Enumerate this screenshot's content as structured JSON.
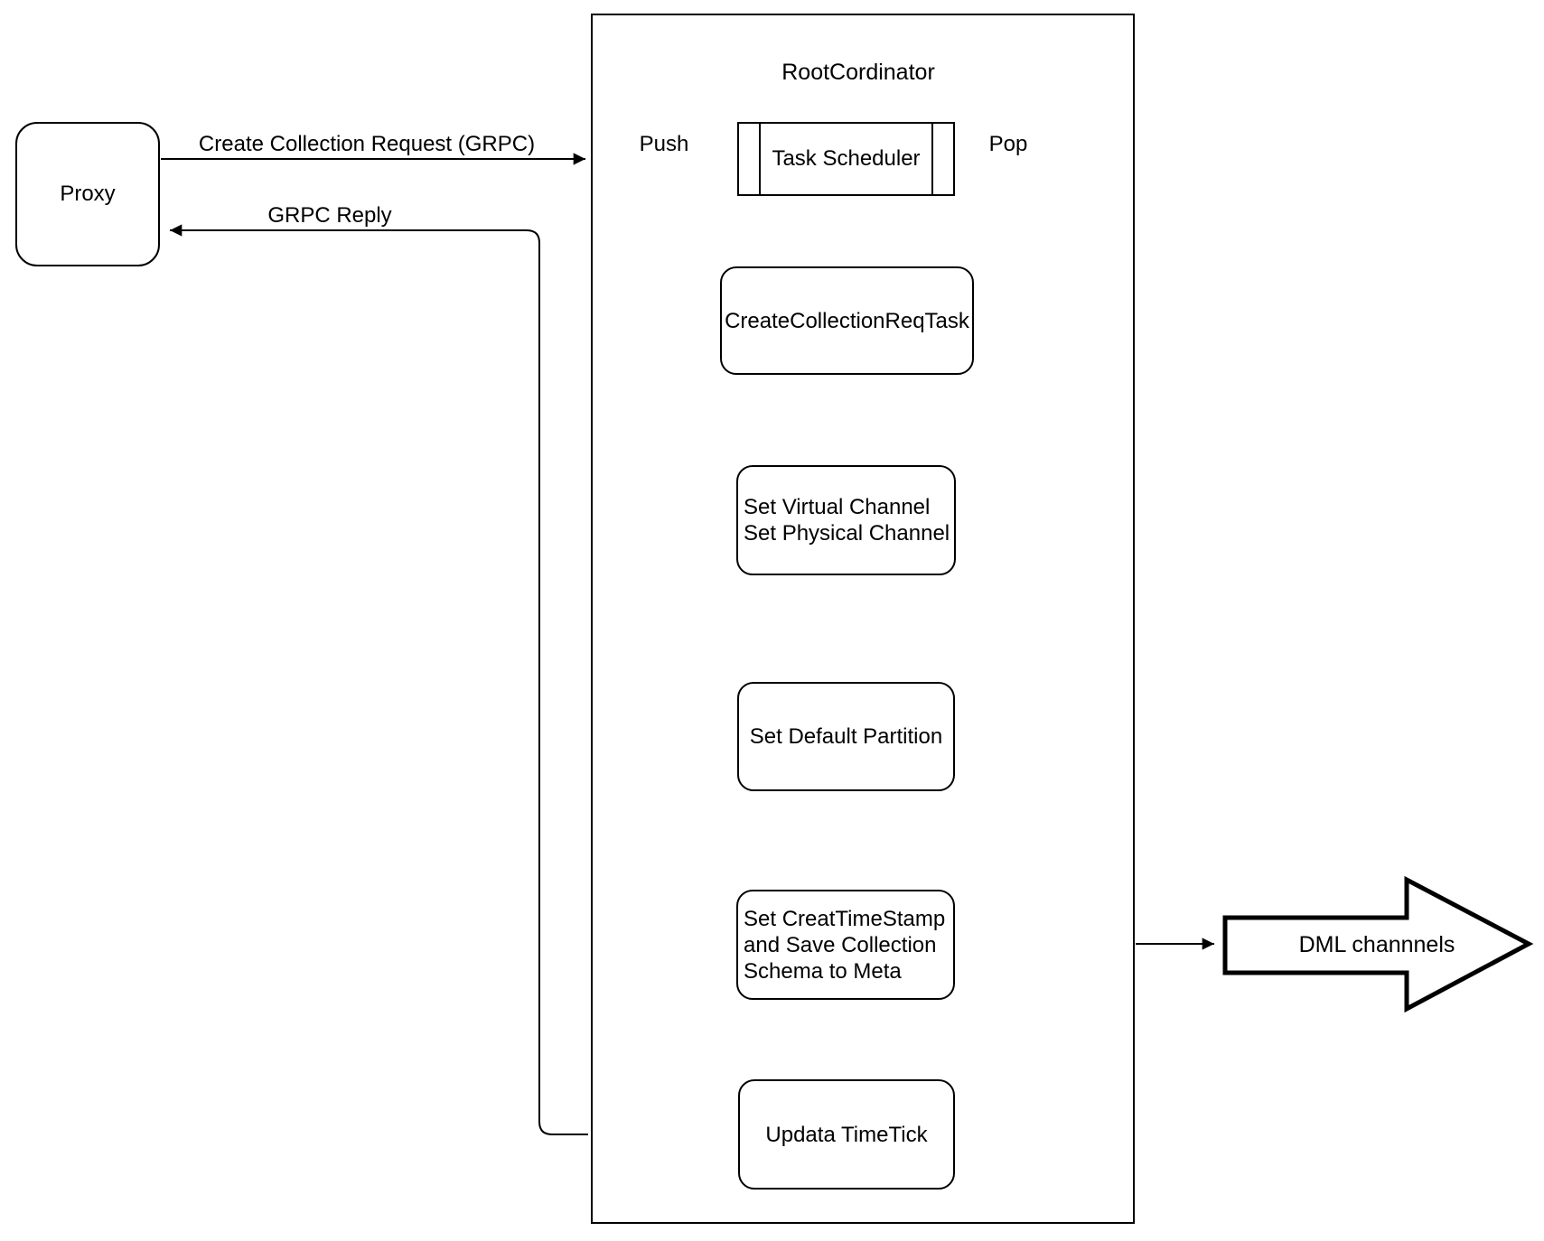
{
  "diagram": {
    "proxy": {
      "label": "Proxy"
    },
    "container": {
      "title": "RootCordinator"
    },
    "nodes": {
      "task_scheduler": {
        "label": "Task Scheduler"
      },
      "create_collection_req_task": {
        "label": "CreateCollectionReqTask"
      },
      "set_channels": {
        "lines": [
          "Set Virtual Channel",
          "Set Physical Channel"
        ]
      },
      "set_default_partition": {
        "label": "Set Default Partition"
      },
      "set_timestamp": {
        "lines": [
          "Set CreatTimeStamp",
          "and Save Collection",
          "Schema to Meta"
        ]
      },
      "update_timetick": {
        "label": "Updata TimeTick"
      }
    },
    "edge_labels": {
      "create_collection_request": "Create Collection Request (GRPC)",
      "grpc_reply": "GRPC Reply",
      "push": "Push",
      "pop": "Pop"
    },
    "dml": {
      "label": "DML channnels"
    },
    "colors": {
      "stroke": "#000000",
      "background": "#ffffff"
    }
  }
}
